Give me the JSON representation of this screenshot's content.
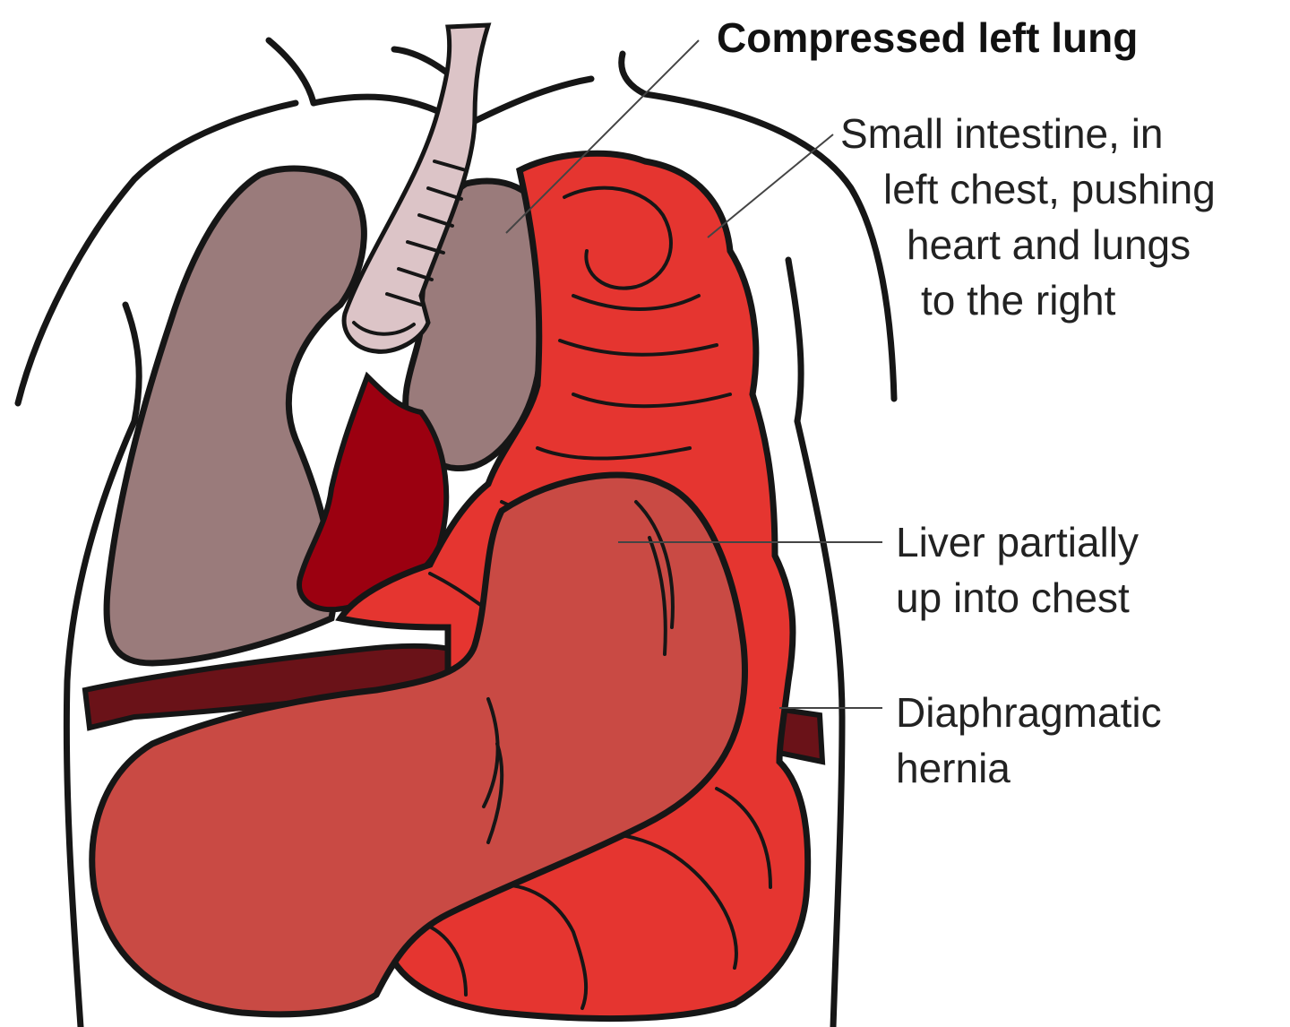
{
  "labels": {
    "lung": "Compressed left lung",
    "intestine": [
      "Small intestine, in",
      "left chest, pushing",
      "heart and lungs",
      "to the right"
    ],
    "liver": [
      "Liver partially",
      "up into chest"
    ],
    "hernia": [
      "Diaphragmatic",
      "hernia"
    ]
  },
  "colors": {
    "lung": "#9a7b7b",
    "trachea": "#dcc4c7",
    "heart": "#9b0010",
    "intestine": "#e53530",
    "liver": "#c94a44",
    "diaphragm": "#6a1218",
    "outline": "#161616"
  }
}
